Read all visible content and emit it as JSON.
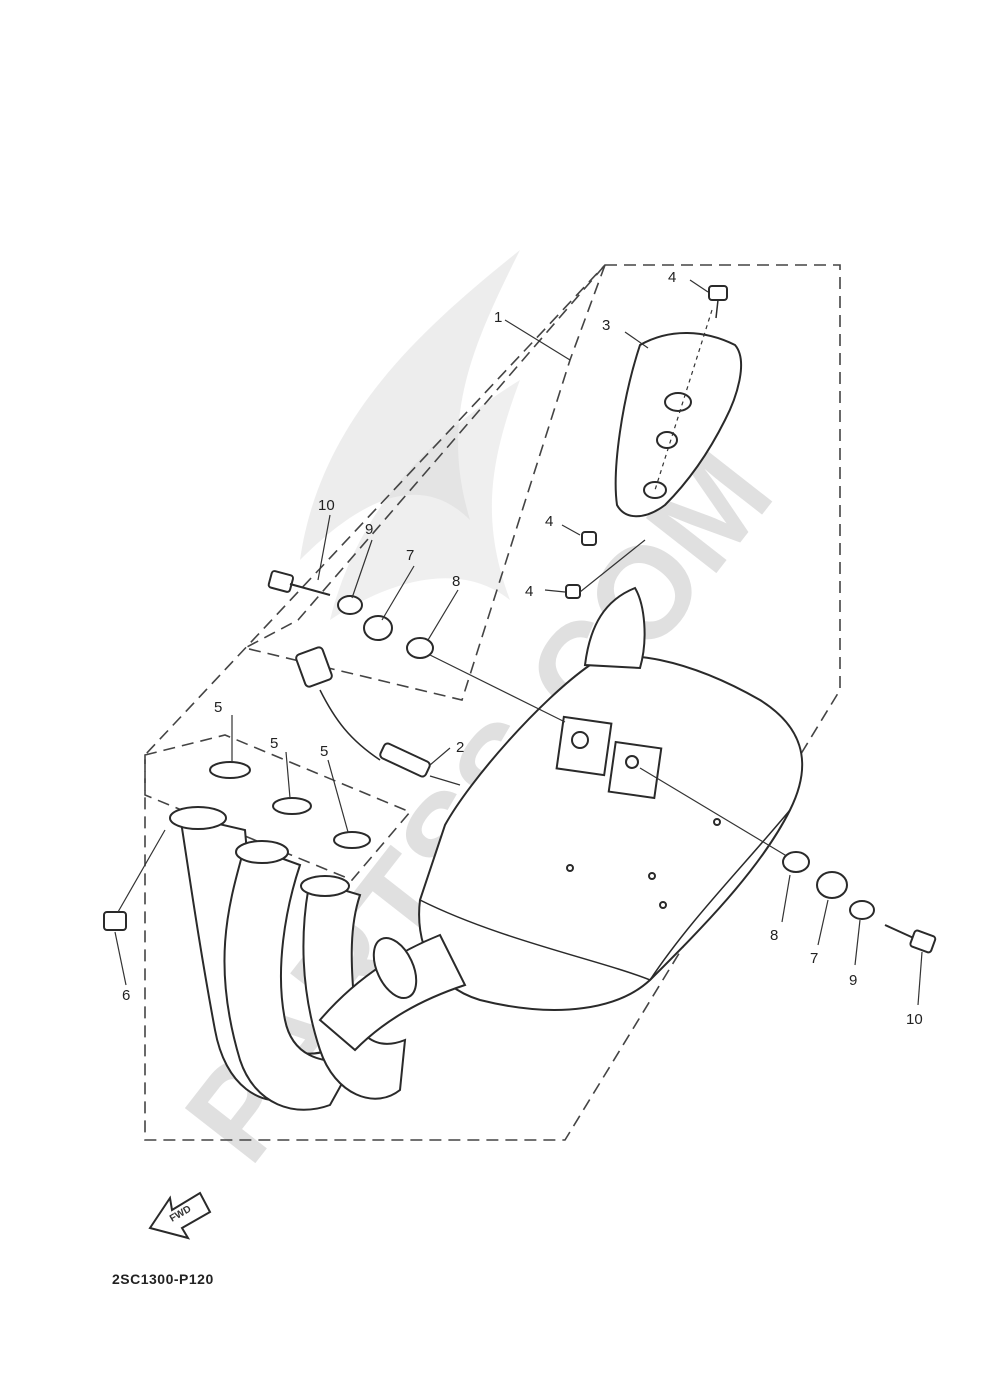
{
  "diagram": {
    "part_code": "2SC1300-P120",
    "fwd_label": "FWD",
    "watermark": "PARTSS.COM",
    "callouts": {
      "c1": "1",
      "c2": "2",
      "c3": "3",
      "c4a": "4",
      "c4b": "4",
      "c4c": "4",
      "c5a": "5",
      "c5b": "5",
      "c5c": "5",
      "c6": "6",
      "c7a": "7",
      "c7b": "7",
      "c8a": "8",
      "c8b": "8",
      "c9a": "9",
      "c9b": "9",
      "c10a": "10",
      "c10b": "10"
    }
  }
}
